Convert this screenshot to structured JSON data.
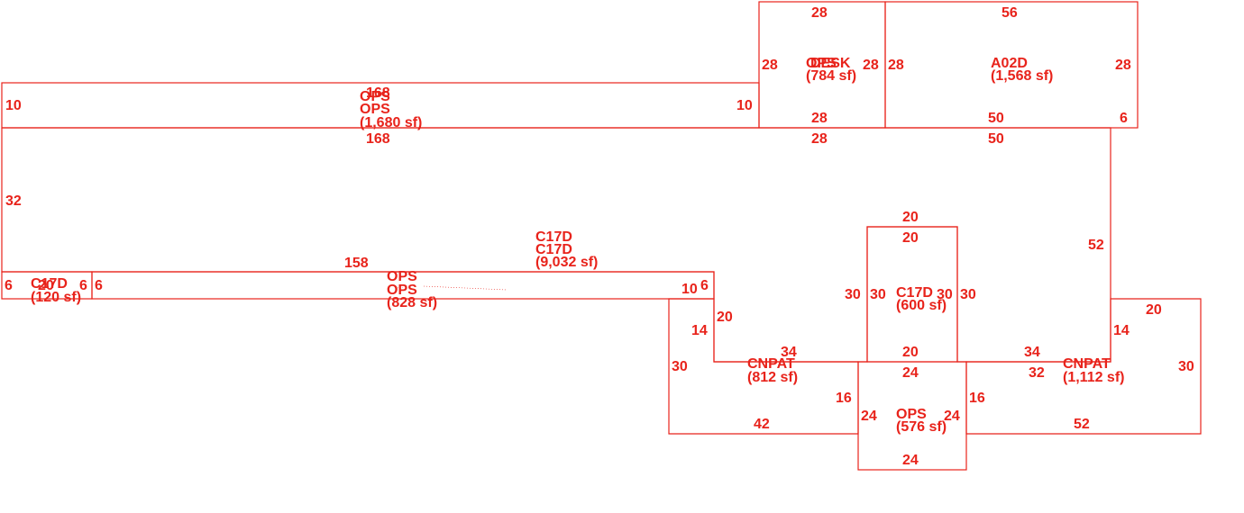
{
  "plan": {
    "dimensions": {
      "top_a_top": "28",
      "top_b_top": "56",
      "mid_strip_top": "168",
      "mid_strip_left": "10",
      "mid_strip_right": "10",
      "top_a_left": "28",
      "top_a_right": "28",
      "top_b_left": "28",
      "top_b_right": "28",
      "top_a_bottom": "28",
      "top_b_bottom": "50",
      "top_b_step": "6",
      "main_top_left": "168",
      "main_top_mid": "28",
      "main_top_right": "50",
      "main_left": "32",
      "main_right": "52",
      "main_bottom": "158",
      "strip_left_a": "6",
      "strip_left_b": "6",
      "strip_left_c": "6",
      "strip_right_a": "10",
      "strip_right_b": "6",
      "c17d_top_outer": "20",
      "c17d_top_inner": "20",
      "c17d_left_outer": "30",
      "c17d_left_inner": "30",
      "c17d_right_inner": "30",
      "c17d_right_outer": "30",
      "c17d_bottom": "20",
      "cn1_left_outer": "30",
      "cn1_notch": "14",
      "cn1_step": "20",
      "cn1_top": "34",
      "cn1_right": "16",
      "cn1_bottom": "42",
      "cn2_top": "34",
      "cn2_inner": "32",
      "cn2_left": "16",
      "cn2_notch": "14",
      "cn2_step": "20",
      "cn2_right": "30",
      "cn2_bottom": "52",
      "ops_top": "24",
      "ops_left": "24",
      "ops_right": "24",
      "ops_bottom": "24"
    },
    "rooms": {
      "top_a": {
        "name1": "OPS",
        "name2": "DESK",
        "area": "(784 sf)"
      },
      "top_b": {
        "name": "A02D",
        "area": "(1,568 sf)"
      },
      "mid_strip": {
        "name1": "OPS",
        "name2": "OPS",
        "area": "(1,680 sf)"
      },
      "main": {
        "name1": "C17D",
        "name2": "C17D",
        "area": "(9,032 sf)"
      },
      "small": {
        "name1": "C17D",
        "name2": "20",
        "area": "(120 sf)"
      },
      "strip": {
        "name1": "OPS",
        "name2": "OPS",
        "area": "(828 sf)"
      },
      "c17d_box": {
        "name": "C17D",
        "area": "(600 sf)"
      },
      "cnpat_left": {
        "name": "CNPAT",
        "area": "(812 sf)"
      },
      "cnpat_right": {
        "name": "CNPAT",
        "area": "(1,112 sf)"
      },
      "ops_box": {
        "name": "OPS",
        "area": "(576 sf)"
      }
    },
    "colors": {
      "line": "#e8231b"
    }
  }
}
